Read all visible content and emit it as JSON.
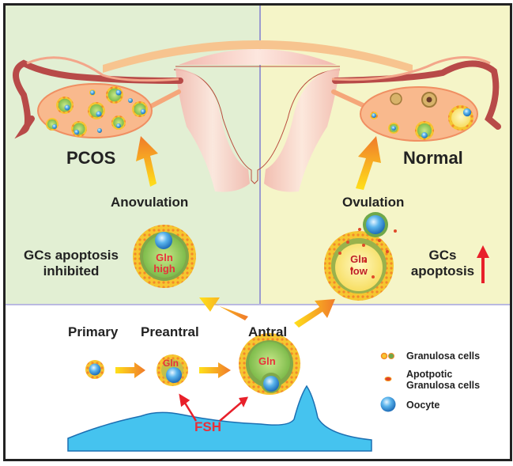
{
  "left_panel": {
    "condition_label": "PCOS",
    "transition_label": "Anovulation",
    "follicle_state_label_line1": "GCs apoptosis",
    "follicle_state_label_line2": "inhibited",
    "follicle_text_line1": "Gln",
    "follicle_text_line2": "high"
  },
  "right_panel": {
    "condition_label": "Normal",
    "transition_label": "Ovulation",
    "follicle_state_label_line1": "GCs",
    "follicle_state_label_line2": "apoptosis",
    "follicle_text_line1": "Gln",
    "follicle_text_line2": "low",
    "indicator": "up-arrow"
  },
  "bottom_panel": {
    "stages": [
      {
        "label": "Primary",
        "inner_text": ""
      },
      {
        "label": "Preantral",
        "inner_text": "Gln"
      },
      {
        "label": "Antral",
        "inner_text": "Gln"
      }
    ],
    "hormone_label": "FSH",
    "legend": [
      {
        "icon": "granulosa-cells-icon",
        "label": "Granulosa cells"
      },
      {
        "icon": "apoptotic-granulosa-cells-icon",
        "label_line1": "Apotpotic",
        "label_line2": "Granulosa cells"
      },
      {
        "icon": "oocyte-icon",
        "label": "Oocyte"
      }
    ]
  },
  "colors": {
    "left_bg": "#e2efd3",
    "right_bg": "#f5f5c8",
    "divider": "#9b9bcf",
    "text_red": "#e8303a",
    "fsh_curve": "#45c3ef",
    "arrow_orange": "#f08a2a",
    "arrow_yellow": "#ffd11a"
  }
}
